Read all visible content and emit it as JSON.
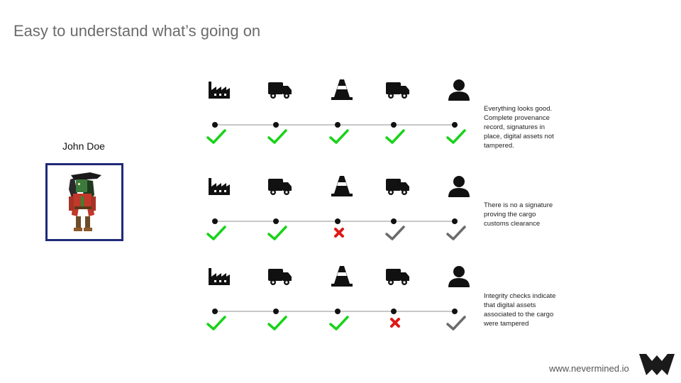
{
  "slide": {
    "title": "Easy to understand what’s going on",
    "person_name": "John Doe",
    "footer_url": "www.nevermined.io"
  },
  "stages": [
    {
      "icon": "factory-icon"
    },
    {
      "icon": "truck-icon"
    },
    {
      "icon": "traffic-cone-icon"
    },
    {
      "icon": "truck-icon"
    },
    {
      "icon": "person-icon"
    }
  ],
  "status_colors": {
    "ok": "#19d219",
    "pending": "#6b6b6b",
    "failed": "#e01818"
  },
  "scenarios": [
    {
      "statuses": [
        "ok",
        "ok",
        "ok",
        "ok",
        "ok"
      ],
      "note": "Everything looks good. Complete provenance record, signatures in place, digital assets not tampered."
    },
    {
      "statuses": [
        "ok",
        "ok",
        "failed",
        "pending",
        "pending"
      ],
      "note": "There is no a signature proving the cargo customs clearance"
    },
    {
      "statuses": [
        "ok",
        "ok",
        "ok",
        "failed",
        "pending"
      ],
      "note": "Integrity checks indicate that digital assets associated to the cargo were tampered"
    }
  ]
}
